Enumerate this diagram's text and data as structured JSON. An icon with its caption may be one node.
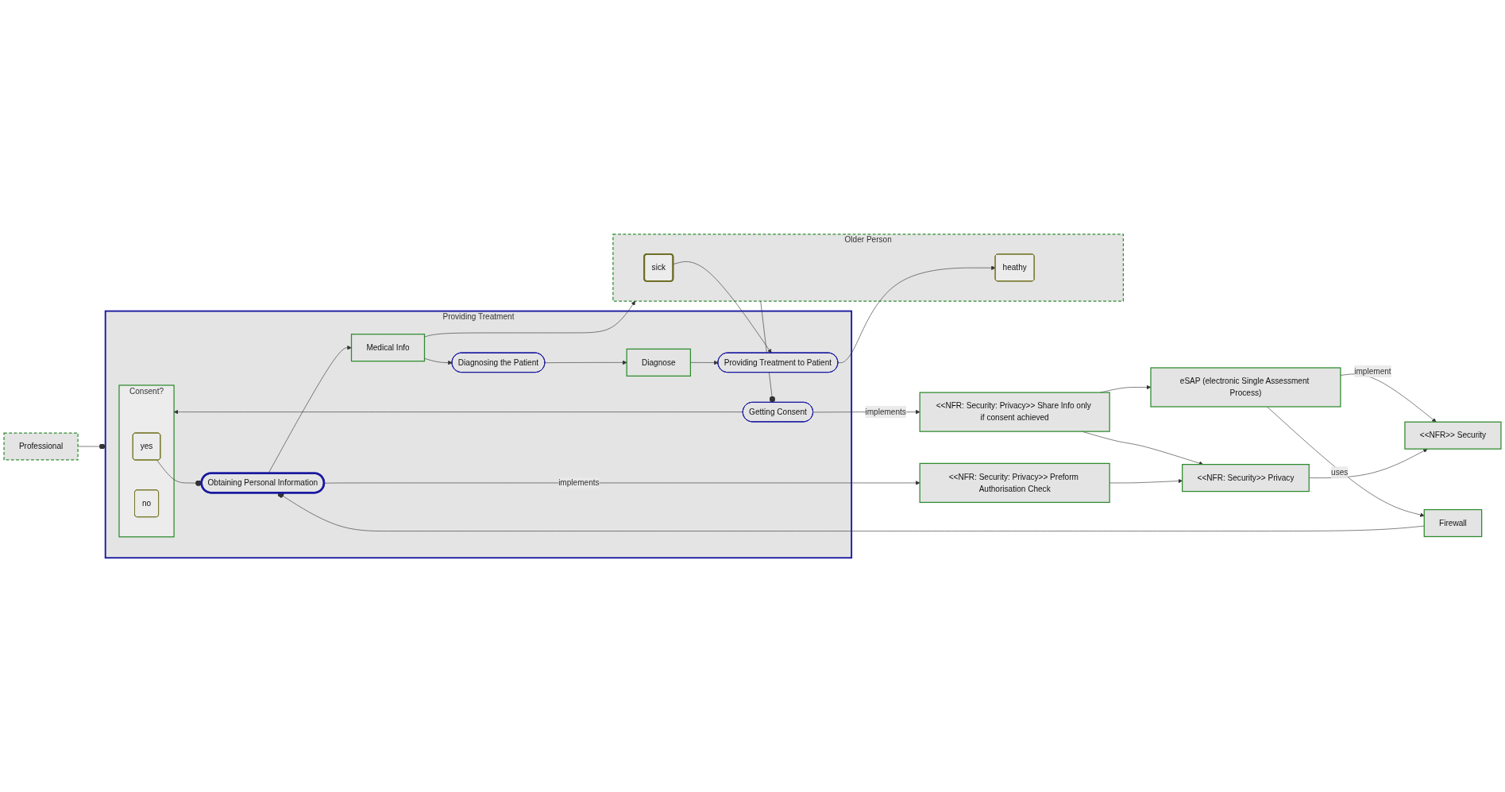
{
  "diagram": {
    "nodes": [
      {
        "text": [
          "Providing Treatment"
        ]
      },
      {
        "text": [
          "Professional"
        ]
      },
      {
        "text": [
          "Getting Consent"
        ],
        "in": 0
      },
      {
        "text": [
          "Consent?"
        ],
        "in": 0
      },
      {
        "text": [
          "yes"
        ],
        "in": 3
      },
      {
        "text": [
          "no"
        ],
        "in": 3
      },
      {
        "text": [
          "Obtaining Personal Information"
        ],
        "in": 0
      },
      {
        "text": [
          "Medical Info"
        ],
        "in": 0
      },
      {
        "text": [
          "Diagnosing the Patient"
        ],
        "in": 0
      },
      {
        "text": [
          "Diagnose"
        ],
        "in": 0
      },
      {
        "text": [
          "Providing Treatment to Patient"
        ],
        "in": 0
      },
      {
        "text": [
          "Older Person"
        ]
      },
      {
        "text": [
          "sick"
        ],
        "in": 11
      },
      {
        "text": [
          "heathy"
        ],
        "in": 11
      },
      {
        "text": [
          "<<NFR>> Security"
        ]
      },
      {
        "text": [
          "eSAP (electronic Single Assessment Process)"
        ]
      },
      {
        "text": [
          "Firewall"
        ]
      },
      {
        "text": [
          "<<NFR: Security>> Privacy"
        ]
      },
      {
        "text": [
          "<<NFR: Security: Privacy>> Share Info only if consent achieved"
        ]
      },
      {
        "text": [
          "<<NFR: Security: Privacy>> Preform Authorisation Check"
        ]
      }
    ],
    "edges": [
      {
        "from": 1,
        "to": 0,
        "arrow": "other"
      },
      {
        "from": 11,
        "to": 2,
        "arrow": "other"
      },
      {
        "from": 2,
        "to": 3,
        "arrow": "to"
      },
      {
        "from": 4,
        "to": 6,
        "arrow": "other"
      },
      {
        "from": 16,
        "to": 6,
        "arrow": "other"
      },
      {
        "from": 2,
        "to": 18,
        "arrow": "to",
        "label": "implements"
      },
      {
        "from": 6,
        "to": 7,
        "arrow": "to"
      },
      {
        "from": 6,
        "to": 19,
        "arrow": "to",
        "label": "implements"
      },
      {
        "from": 7,
        "to": 8,
        "arrow": "to"
      },
      {
        "from": 8,
        "to": 9,
        "arrow": "to"
      },
      {
        "from": 9,
        "to": 10,
        "arrow": "to"
      },
      {
        "from": 12,
        "to": 10,
        "arrow": "to"
      },
      {
        "from": 10,
        "to": 13,
        "arrow": "to"
      },
      {
        "from": 7,
        "to": 11,
        "arrow": "to"
      },
      {
        "from": 15,
        "to": 14,
        "arrow": "to",
        "label": "implement"
      },
      {
        "from": 15,
        "to": 16,
        "arrow": "to",
        "label": "uses"
      },
      {
        "from": 18,
        "to": 15,
        "arrow": "to"
      },
      {
        "from": 17,
        "to": 14,
        "arrow": "to"
      },
      {
        "from": 18,
        "to": 17,
        "arrow": "to"
      },
      {
        "from": 19,
        "to": 17,
        "arrow": "to"
      }
    ]
  }
}
